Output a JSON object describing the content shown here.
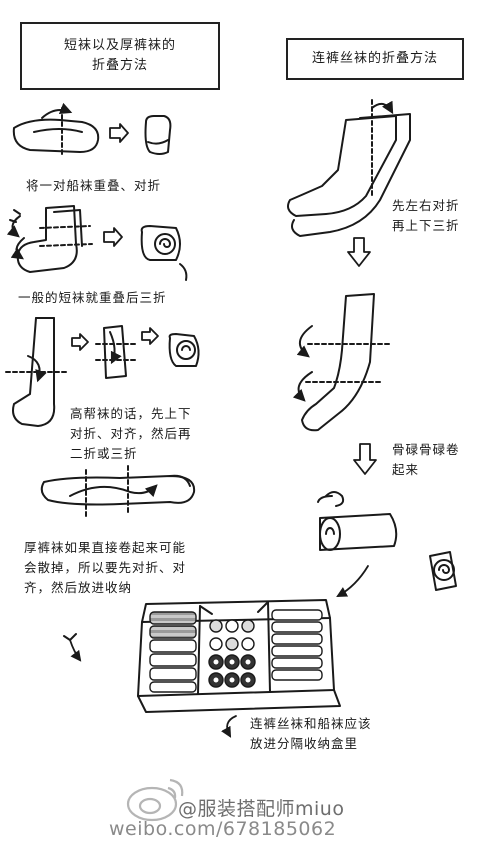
{
  "left_title": {
    "line1": "短袜以及厚裤袜的",
    "line2": "折叠方法"
  },
  "right_title": "连裤丝袜的折叠方法",
  "captions": {
    "boat_socks": "将一对船袜重叠、对折",
    "short_socks": "一般的短袜就重叠后三折",
    "high_socks": [
      "高帮袜的话，先上下",
      "对折、对齐，然后再",
      "二折或三折"
    ],
    "thick_tights": [
      "厚裤袜如果直接卷起来可能",
      "会散掉，所以要先对折、对",
      "齐，然后放进收纳"
    ],
    "pantyhose_fold": [
      "先左右对折",
      "再上下三折"
    ],
    "pantyhose_roll": [
      "骨碌骨碌卷",
      "起来"
    ],
    "storage": [
      "连裤丝袜和船袜应该",
      "放进分隔收纳盒里"
    ]
  },
  "watermark": {
    "handle": "@服装搭配师miuo",
    "url": "weibo.com/678185062"
  },
  "colors": {
    "ink": "#1a1a1a",
    "gray_sock": "#8c8c8c",
    "watermark": "#7a7a7a"
  },
  "icons": [
    "fold-arrow-icon",
    "right-arrow-icon",
    "down-arrow-icon",
    "curved-arrow-icon",
    "weibo-logo-icon"
  ]
}
